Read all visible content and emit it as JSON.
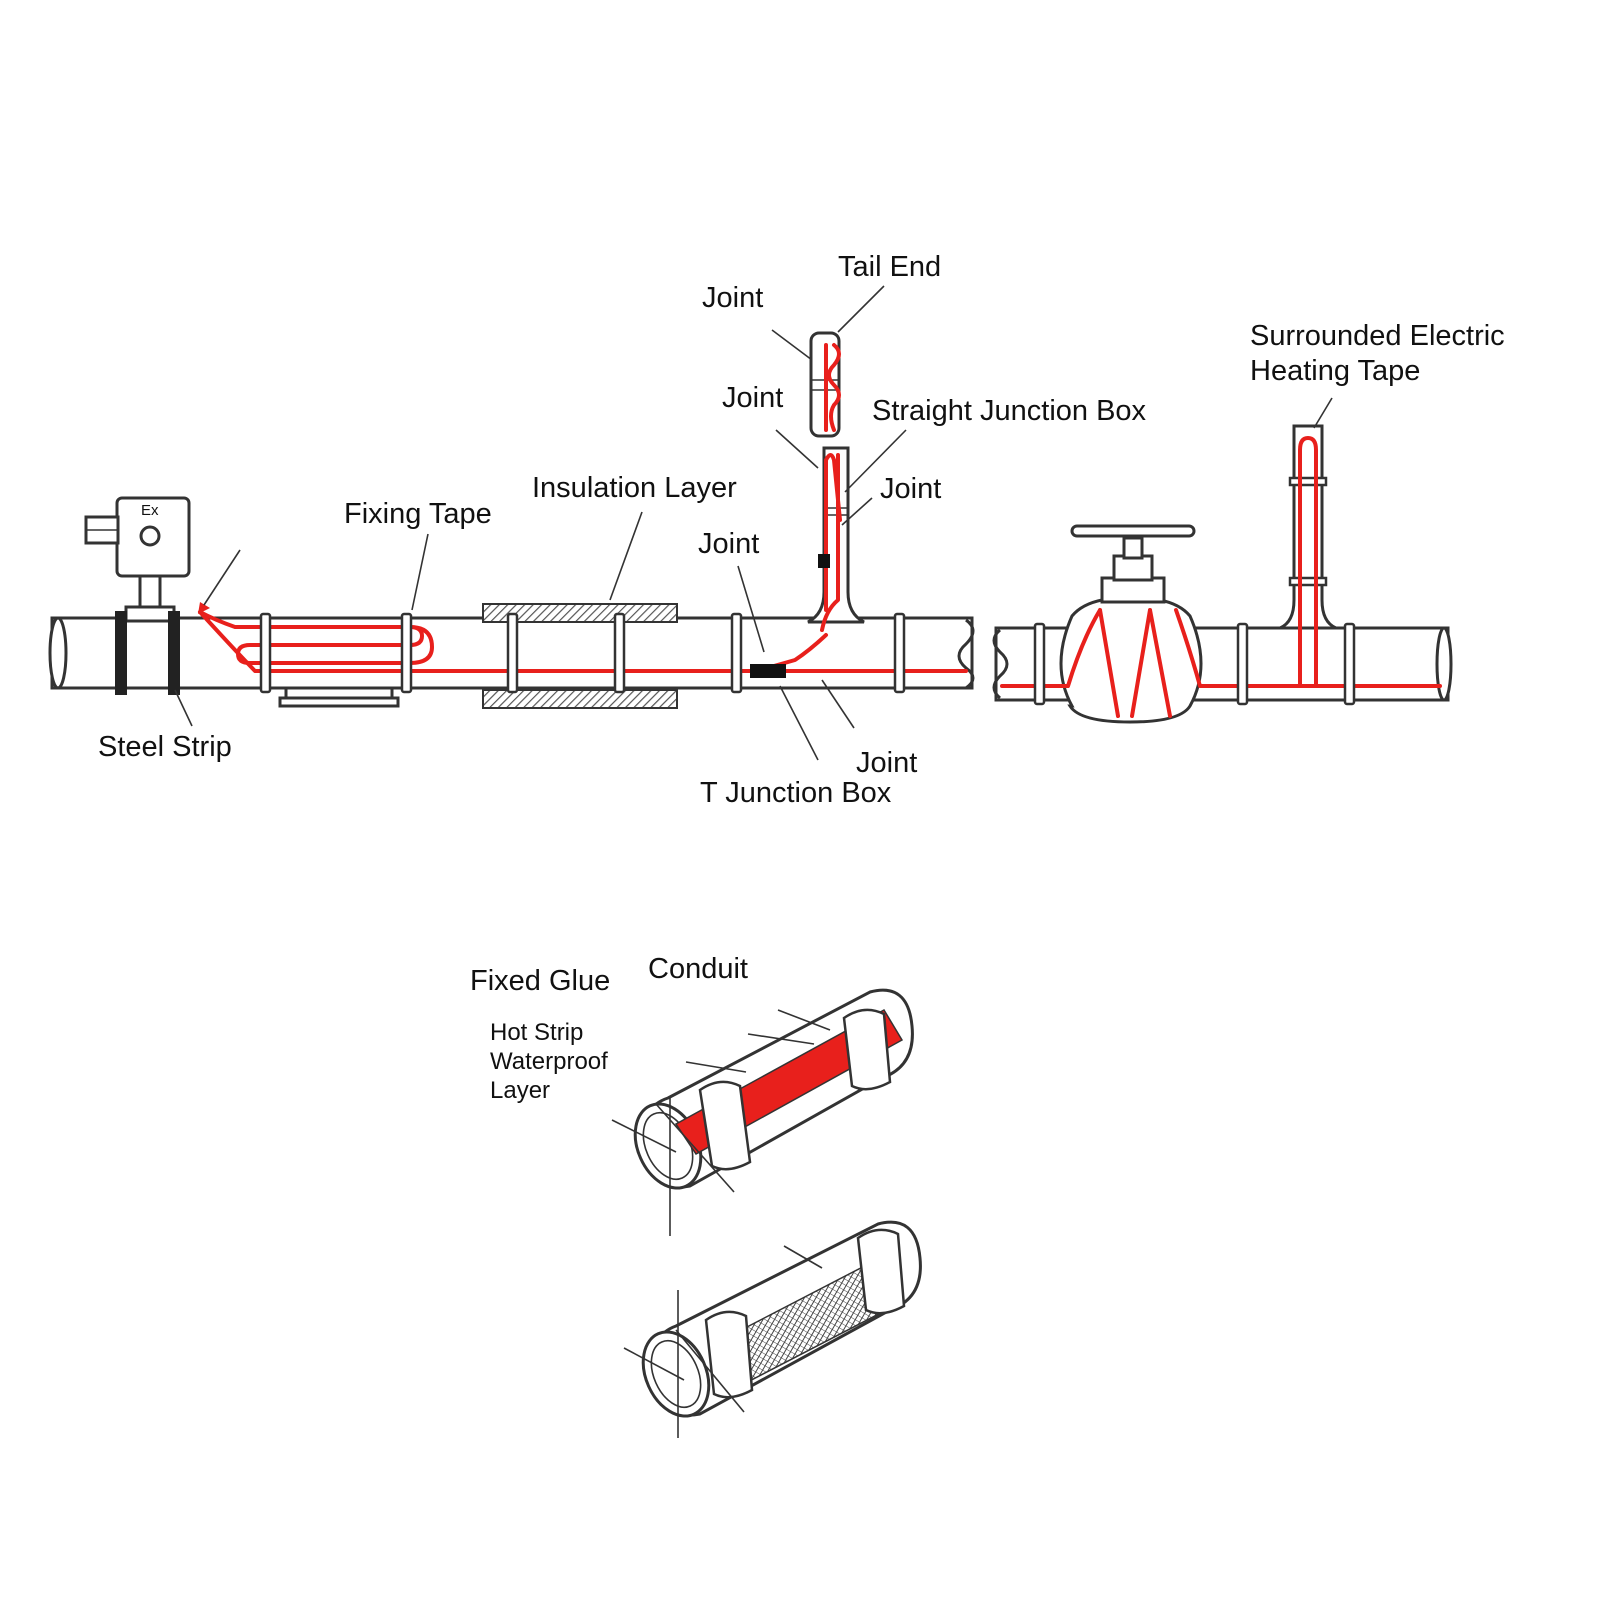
{
  "colors": {
    "heating_tape": "#e8201c",
    "line": "#333333",
    "insulation_hatch": "#555555"
  },
  "labels": {
    "tail_end": "Tail End",
    "joint_top": "Joint",
    "joint_upper": "Joint",
    "straight_junction_box": "Straight Junction Box",
    "joint_right": "Joint",
    "joint_mid": "Joint",
    "surrounded_line1": "Surrounded Electric",
    "surrounded_line2": "Heating Tape",
    "fixing_tape": "Fixing Tape",
    "insulation_layer": "Insulation Layer",
    "steel_strip": "Steel Strip",
    "joint_bottom": "Joint",
    "t_junction_box": "T Junction Box",
    "fixed_glue": "Fixed Glue",
    "conduit": "Conduit",
    "hot_strip": "Hot Strip",
    "waterproof": "Waterproof",
    "layer": "Layer",
    "ex_mark": "Ex"
  }
}
